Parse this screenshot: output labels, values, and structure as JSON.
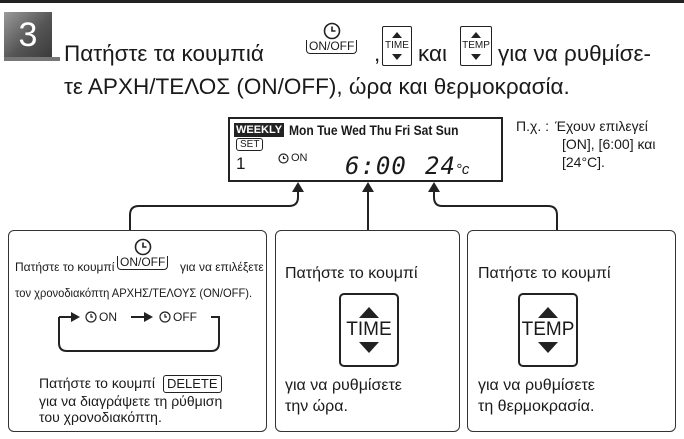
{
  "step": {
    "number": "3"
  },
  "heading": {
    "line1_part1": "Πατήστε τα κουμπιά",
    "comma": ",",
    "line1_and": "και",
    "line1_part2": "για να ρυθμίσε-",
    "line2": "τε ΑΡΧΗ/ΤΕΛΟΣ (ON/OFF), ώρα και θερμοκρασία."
  },
  "buttons": {
    "onoff_label": "ON/OFF",
    "time_label": "TIME",
    "temp_label": "TEMP",
    "delete_label": "DELETE"
  },
  "lcd": {
    "weekly": "WEEKLY",
    "days": "Mon Tue Wed Thu Fri Sat Sun",
    "set": "SET",
    "program_no": "1",
    "on_label": "ON",
    "time": "6:00",
    "temp": "24",
    "temp_unit": "°c"
  },
  "example_note": {
    "prefix": "Π.χ. :",
    "line1": "Έχουν επιλεγεί",
    "line2": "[ON], [6:00] και",
    "line3": "[24°C]."
  },
  "panel_left": {
    "text1": "Πατήστε το κουμπί",
    "text2": "για να επιλέξετε",
    "text3": "τον χρονοδιακόπτη ΑΡΧΗΣ/ΤΕΛΟΥΣ (ON/OFF).",
    "cycle_on": "ON",
    "cycle_off": "OFF",
    "delete_text1": "Πατήστε το κουμπί",
    "delete_text2": "για να διαγράψετε τη ρύθμιση",
    "delete_text3": "του χρονοδιακόπτη."
  },
  "panel_mid": {
    "text1": "Πατήστε το κουμπί",
    "text2": "για να ρυθμίσετε",
    "text3": "την ώρα."
  },
  "panel_right": {
    "text1": "Πατήστε το κουμπί",
    "text2": "για να ρυθμίσετε",
    "text3": "τη θερμοκρασία."
  }
}
